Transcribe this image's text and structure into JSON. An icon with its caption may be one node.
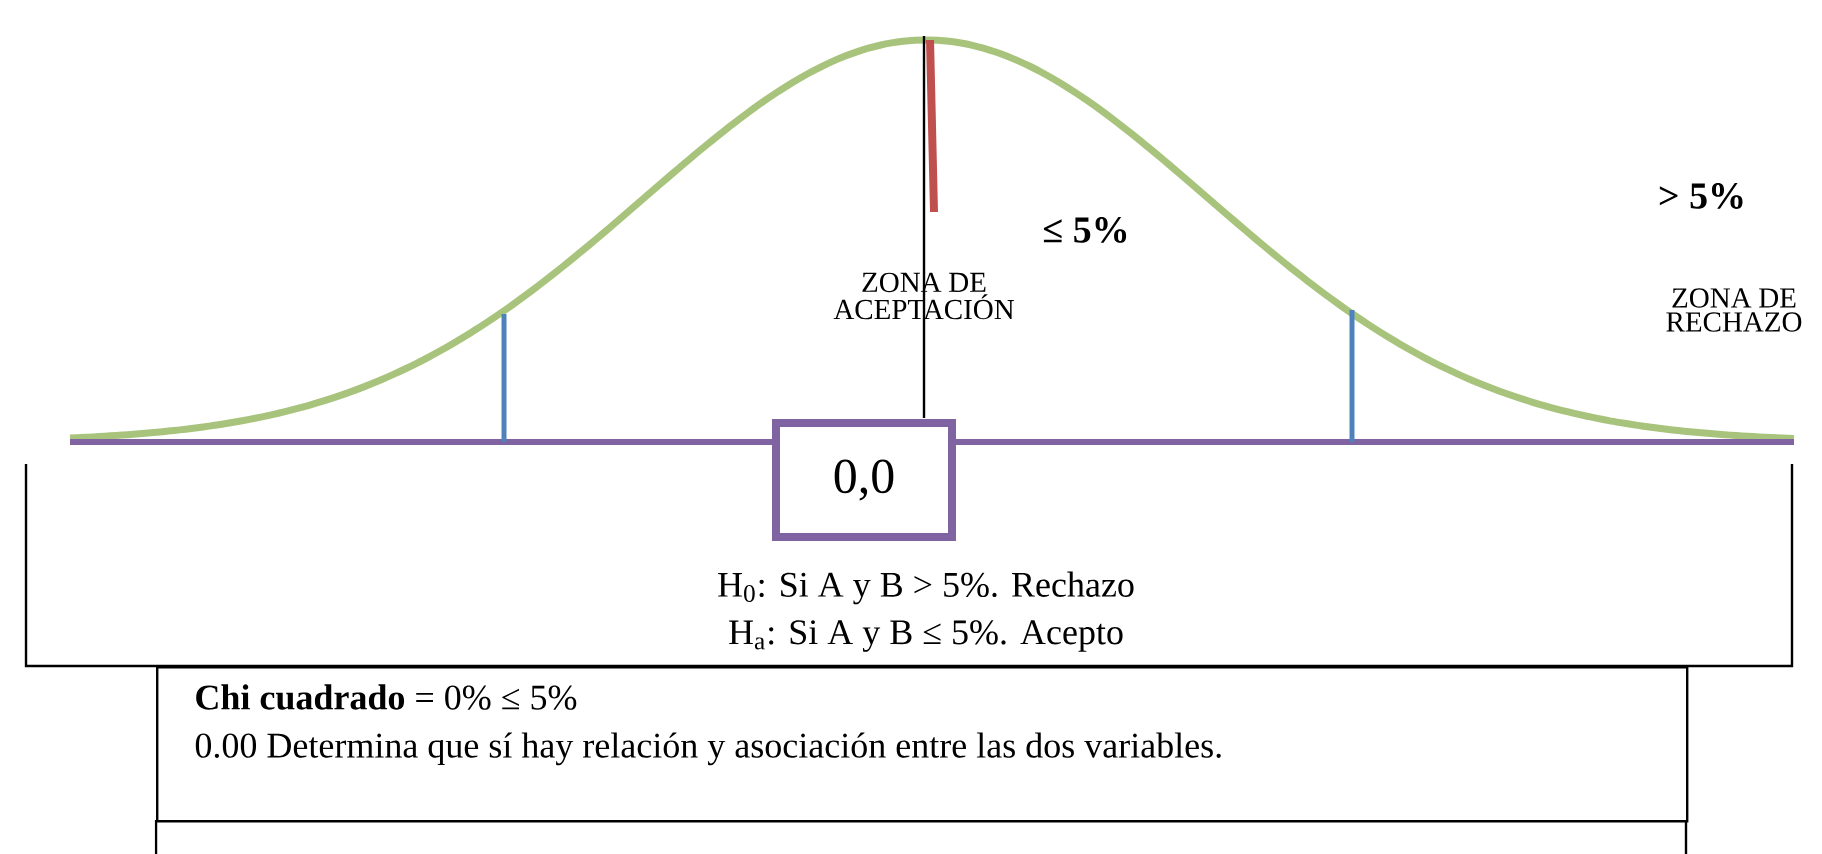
{
  "diagram": {
    "nodes": [
      {
        "text": [
          "0,0"
        ]
      },
      {
        "text": [
          "**Chi cuadrado** = 0% ≤ 5%",
          "0.00 Determina que sí hay relación y asociación entre las dos variables."
        ]
      }
    ],
    "labels": [
      "> 5%",
      "≤ 5%",
      "ZONA DE ACEPTACIÓN",
      "ZONA DE RECHAZO",
      "H$_{0}$: Si A y B > 5%. Rechazo",
      "H$_{a}$: Si A y B ≤ 5%. Acepto"
    ]
  }
}
